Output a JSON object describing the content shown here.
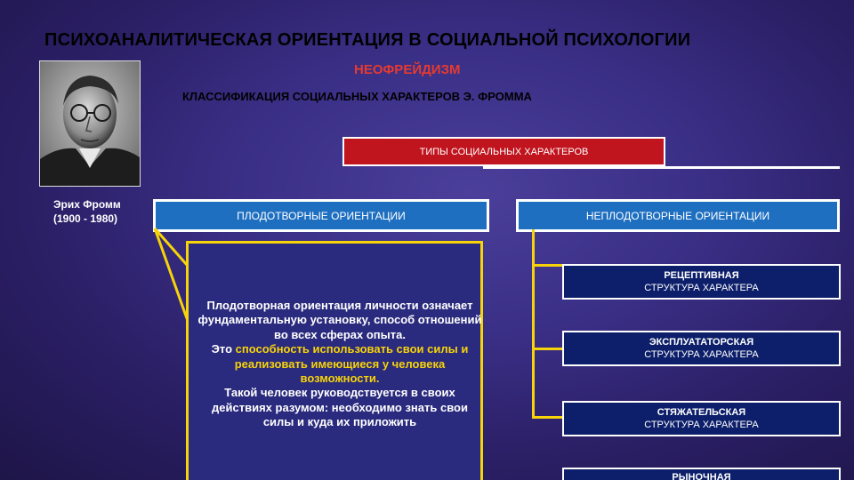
{
  "title": "ПСИХОАНАЛИТИЧЕСКАЯ ОРИЕНТАЦИЯ В СОЦИАЛЬНОЙ ПСИХОЛОГИИ",
  "subtitle": "НЕОФРЕЙДИЗМ",
  "classification": "КЛАССИФИКАЦИЯ СОЦИАЛЬНЫХ ХАРАКТЕРОВ Э. ФРОММА",
  "portrait": {
    "name": "Эрих Фромм",
    "years": "(1900 - 1980)"
  },
  "types_header": "ТИПЫ СОЦИАЛЬНЫХ ХАРАКТЕРОВ",
  "productive": {
    "label": "ПЛОДОТВОРНЫЕ ОРИЕНТАЦИИ",
    "description": {
      "p1": "Плодотворная ориентация личности означает фундаментальную установку, способ отношений во всех сферах опыта.",
      "p2_prefix": "Это ",
      "p2_highlight": "способность использовать свои силы и реализовать имеющиеся у человека возможности.",
      "p3": "Такой человек руководствуется в своих действиях разумом: необходимо знать свои силы и куда их приложить"
    }
  },
  "unproductive": {
    "label": "НЕПЛОДОТВОРНЫЕ ОРИЕНТАЦИИ",
    "types": [
      {
        "name": "РЕЦЕПТИВНАЯ",
        "suffix": "СТРУКТУРА ХАРАКТЕРА"
      },
      {
        "name": "ЭКСПЛУАТАТОРСКАЯ",
        "suffix": "СТРУКТУРА ХАРАКТЕРА"
      },
      {
        "name": "СТЯЖАТЕЛЬСКАЯ",
        "suffix": "СТРУКТУРА ХАРАКТЕРА"
      },
      {
        "name": "РЫНОЧНАЯ",
        "suffix": ""
      }
    ]
  },
  "colors": {
    "background": "#3a2f86",
    "accent_red": "#c0141e",
    "accent_yellow": "#f7d30a",
    "box_blue": "#1f6fc1",
    "card_navy": "#0d1f6a",
    "subtitle_red": "#e63a2e"
  }
}
